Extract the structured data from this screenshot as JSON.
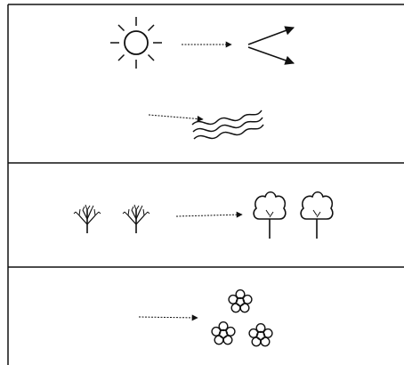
{
  "diagram": {
    "panels": [
      {
        "id": "sun-panel",
        "icons": [
          "sun-icon",
          "arrow-right-icon",
          "diverging-arrows-icon",
          "arrow-right-icon",
          "wavy-lines-icon"
        ]
      },
      {
        "id": "trees-panel",
        "icons": [
          "bare-tree-icon",
          "bare-tree-icon",
          "arrow-right-icon",
          "leafy-tree-icon",
          "leafy-tree-icon"
        ]
      },
      {
        "id": "flowers-panel",
        "icons": [
          "arrow-right-icon",
          "flower-icon",
          "flower-icon",
          "flower-icon"
        ]
      }
    ],
    "colors": {
      "ink": "#111111",
      "background": "#ffffff"
    }
  }
}
